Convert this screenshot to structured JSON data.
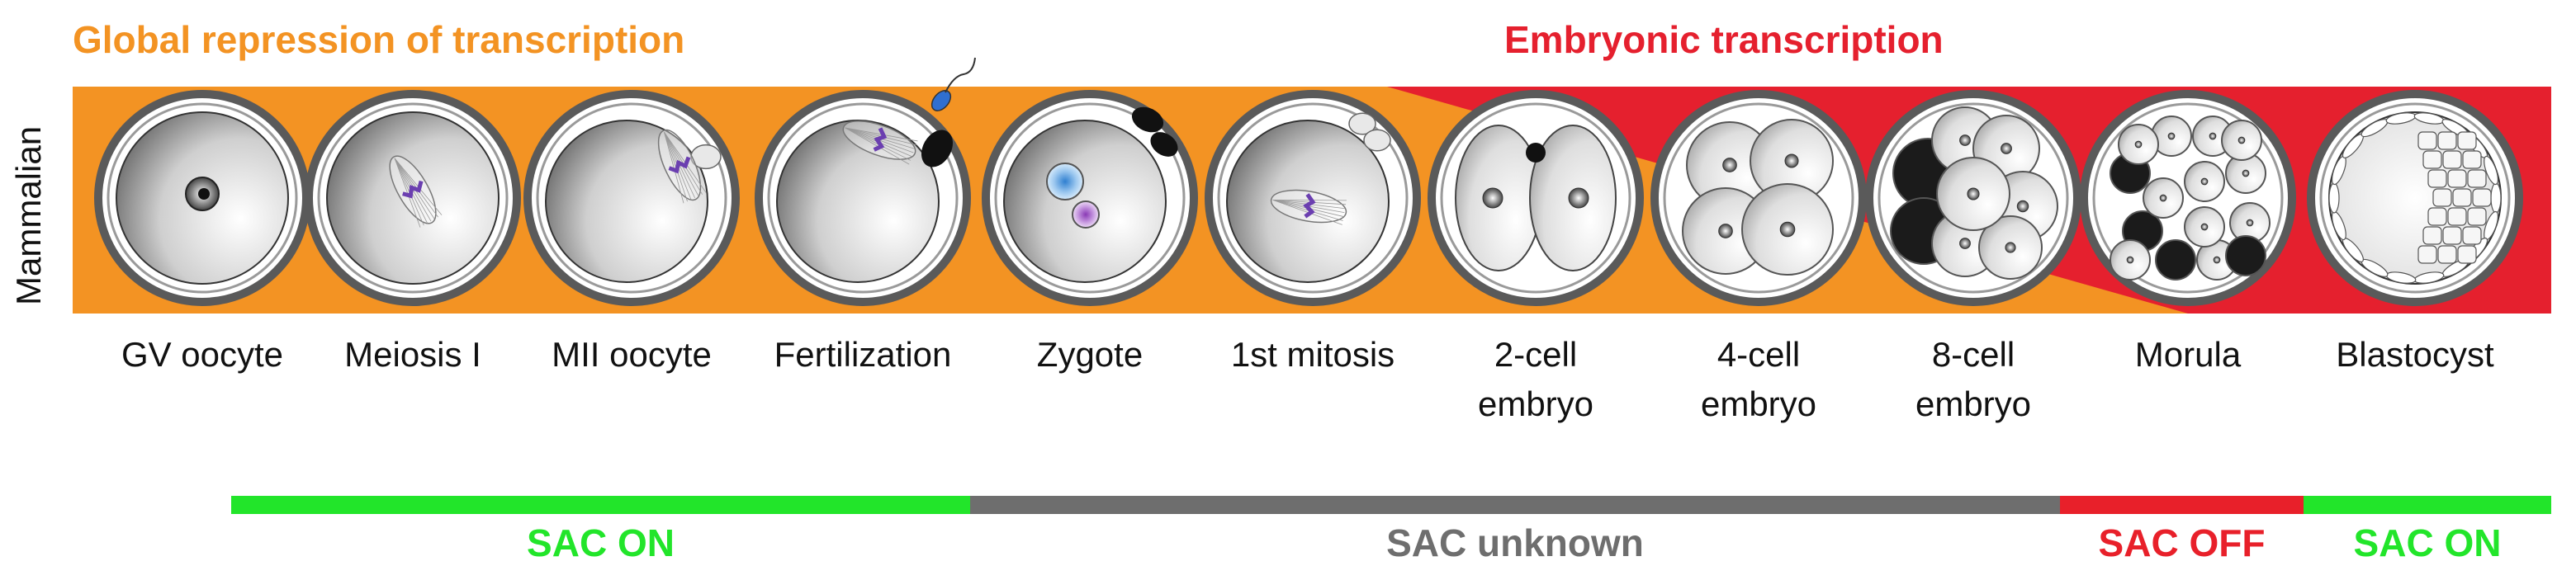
{
  "header": {
    "left": "Global repression of transcription",
    "right": "Embryonic transcription"
  },
  "species_label": "Mammalian",
  "colors": {
    "repression": "#f39323",
    "embryonic": "#e5202e",
    "sac_on": "#22e52a",
    "sac_unknown": "#6e6e6e",
    "sac_off": "#e8202a"
  },
  "stages": [
    {
      "label": "GV oocyte",
      "icon": "gv-oocyte-icon"
    },
    {
      "label": "Meiosis I",
      "icon": "meiosis-i-icon"
    },
    {
      "label": "MII oocyte",
      "icon": "mii-oocyte-icon"
    },
    {
      "label": "Fertilization",
      "icon": "fertilization-icon"
    },
    {
      "label": "Zygote",
      "icon": "zygote-icon"
    },
    {
      "label": "1st mitosis",
      "icon": "first-mitosis-icon"
    },
    {
      "label": "2-cell\nembryo",
      "icon": "two-cell-embryo-icon"
    },
    {
      "label": "4-cell\nembryo",
      "icon": "four-cell-embryo-icon"
    },
    {
      "label": "8-cell\nembryo",
      "icon": "eight-cell-embryo-icon"
    },
    {
      "label": "Morula",
      "icon": "morula-icon"
    },
    {
      "label": "Blastocyst",
      "icon": "blastocyst-icon"
    }
  ],
  "sac": [
    {
      "label": "SAC ON",
      "color_key": "sac_on"
    },
    {
      "label": "SAC unknown",
      "color_key": "sac_unknown"
    },
    {
      "label": "SAC OFF",
      "color_key": "sac_off"
    },
    {
      "label": "SAC ON",
      "color_key": "sac_on"
    }
  ]
}
